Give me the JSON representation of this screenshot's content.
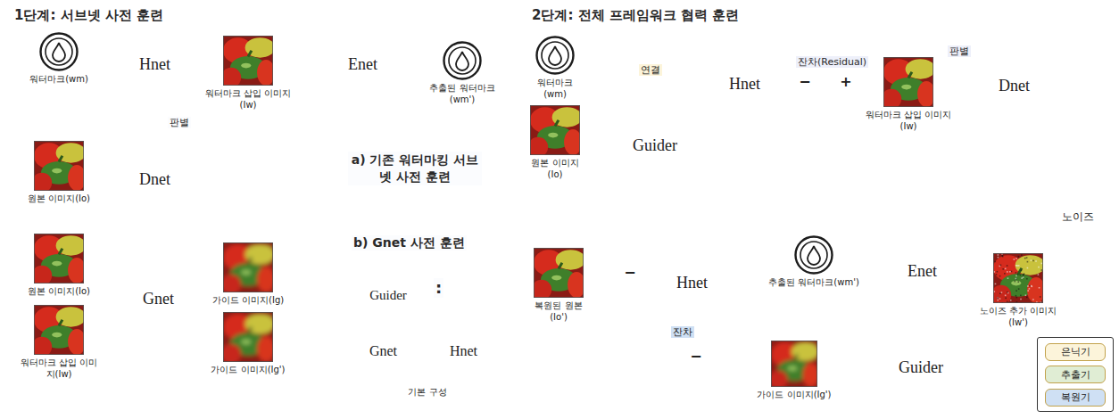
{
  "diagram": {
    "nodes": [
      {
        "text": [
          "1단계: 서브넷 사전 훈련"
        ]
      },
      {
        "text": [
          "워터마크(wm)"
        ],
        "in": 0
      },
      {
        "text": [
          "원본 이미지(Io)"
        ],
        "in": 0
      },
      {
        "text": [
          "Hnet"
        ],
        "in": 0
      },
      {
        "text": [
          "워터마크 삽입 이미지(Iw)"
        ],
        "in": 0
      },
      {
        "text": [
          "Enet"
        ],
        "in": 0
      },
      {
        "text": [
          "추출된 워터마크(wm')"
        ],
        "in": 0
      },
      {
        "text": [
          "Dnet"
        ],
        "in": 0
      },
      {
        "text": [
          "원본 이미지(Io)"
        ],
        "in": 0
      },
      {
        "text": [
          "워터마크 삽입 이미지(Iw)"
        ],
        "in": 0
      },
      {
        "text": [
          "Gnet"
        ],
        "in": 0
      },
      {
        "text": [
          "가이드 이미지(Ig)"
        ],
        "in": 0
      },
      {
        "text": [
          "가이드 이미지(Ig')"
        ],
        "in": 0
      },
      {
        "text": [
          "Guider"
        ],
        "in": 0
      },
      {
        "text": [
          "기본 구성"
        ],
        "in": 0
      },
      {
        "text": [
          "Gnet"
        ],
        "in": 14
      },
      {
        "text": [
          "Hnet"
        ],
        "in": 14
      },
      {
        "text": [
          "2단계: 전체 프레임워크 협력 훈련"
        ]
      },
      {
        "in": 17
      },
      {
        "text": [
          "워터마크(wm)"
        ],
        "in": 17
      },
      {
        "text": [
          "원본 이미지(Io)"
        ],
        "in": 17
      },
      {
        "text": [
          "Hnet"
        ],
        "in": 18
      },
      {
        "text": [
          "Guider"
        ],
        "in": 18
      },
      {
        "text": [
          "−"
        ],
        "in": 17
      },
      {
        "text": [
          "+"
        ],
        "in": 17
      },
      {
        "text": [
          "워터마크 삽입 이미지(Iw)"
        ],
        "in": 17
      },
      {
        "text": [
          "Dnet"
        ],
        "in": 17
      },
      {
        "text": [
          "노이즈"
        ],
        "in": 17
      },
      {
        "text": [
          "노이즈 추가 이미지(Iw')"
        ],
        "in": 17
      },
      {
        "in": 17
      },
      {
        "text": [
          "복원된 원본(Io')"
        ],
        "in": 17
      },
      {
        "text": [
          "−"
        ],
        "in": 29
      },
      {
        "text": [
          "Hnet"
        ],
        "in": 29
      },
      {
        "in": 29
      },
      {
        "text": [
          "추출된 워터마크(wm')"
        ],
        "in": 33
      },
      {
        "text": [
          "Enet"
        ],
        "in": 33
      },
      {
        "text": [
          "−"
        ],
        "in": 29
      },
      {
        "text": [
          "가이드 이미지(Ig')"
        ],
        "in": 29
      },
      {
        "text": [
          "Guider"
        ],
        "in": 29
      }
    ],
    "edges": [
      {
        "from": 1,
        "to": 3,
        "arrow": "to"
      },
      {
        "from": 2,
        "to": 3,
        "arrow": "to"
      },
      {
        "from": 2,
        "to": 7,
        "arrow": "to"
      },
      {
        "from": 3,
        "to": 4,
        "arrow": "to"
      },
      {
        "from": 4,
        "to": 5,
        "arrow": "to"
      },
      {
        "from": 5,
        "to": 6,
        "arrow": "to"
      },
      {
        "from": 4,
        "to": 7,
        "arrow": "to"
      },
      {
        "from": 7,
        "to": 3,
        "label": "판별",
        "arrow": "to"
      },
      {
        "from": 8,
        "to": 10,
        "arrow": "to"
      },
      {
        "from": 9,
        "to": 10,
        "arrow": "to"
      },
      {
        "from": 10,
        "to": 11,
        "arrow": "to"
      },
      {
        "from": 10,
        "to": 12,
        "arrow": "to"
      },
      {
        "from": 11,
        "to": 10,
        "arrow": "to"
      },
      {
        "from": 12,
        "to": 10,
        "arrow": "to"
      },
      {
        "from": 15,
        "to": 16,
        "arrow": "to"
      },
      {
        "from": 19,
        "to": 21,
        "label": "연결",
        "arrow": "to"
      },
      {
        "from": 20,
        "to": 22,
        "arrow": "to"
      },
      {
        "from": 20,
        "to": 24,
        "arrow": "to"
      },
      {
        "from": 22,
        "to": 21,
        "arrow": "to"
      },
      {
        "from": 22,
        "to": 23,
        "arrow": "to"
      },
      {
        "from": 21,
        "to": 23,
        "arrow": "to"
      },
      {
        "from": 23,
        "to": 24,
        "arrow": "to"
      },
      {
        "from": 24,
        "to": 25,
        "arrow": "to"
      },
      {
        "from": 25,
        "to": 26,
        "arrow": "to"
      },
      {
        "from": 26,
        "to": 21,
        "label": "판별",
        "arrow": "to"
      },
      {
        "from": 25,
        "to": 28,
        "arrow": "to"
      },
      {
        "from": 27,
        "to": 28,
        "arrow": "to"
      },
      {
        "from": 28,
        "to": 35,
        "arrow": "to"
      },
      {
        "from": 28,
        "to": 38,
        "arrow": "to"
      },
      {
        "from": 28,
        "to": 31,
        "arrow": "to"
      },
      {
        "from": 35,
        "to": 34,
        "arrow": "to"
      },
      {
        "from": 34,
        "to": 32,
        "arrow": "to"
      },
      {
        "from": 38,
        "to": 37,
        "arrow": "to"
      },
      {
        "from": 37,
        "to": 32,
        "arrow": "to"
      },
      {
        "from": 37,
        "to": 36,
        "arrow": "to"
      },
      {
        "from": 32,
        "to": 36,
        "label": "잔차",
        "arrow": "to"
      },
      {
        "from": 36,
        "to": 31,
        "arrow": "to"
      },
      {
        "from": 31,
        "to": 30,
        "arrow": "to"
      }
    ],
    "labels": [
      "a) 기존 워터마킹 서브넷 사전 훈련",
      "b) Gnet 사전 훈련",
      ":",
      "잔차(Residual)"
    ],
    "legend": [
      {
        "text": "은닉기",
        "color": "#fcf4da"
      },
      {
        "text": "추출기",
        "color": "#e0edd4"
      },
      {
        "text": "복원기",
        "color": "#cfe0f4"
      }
    ]
  }
}
